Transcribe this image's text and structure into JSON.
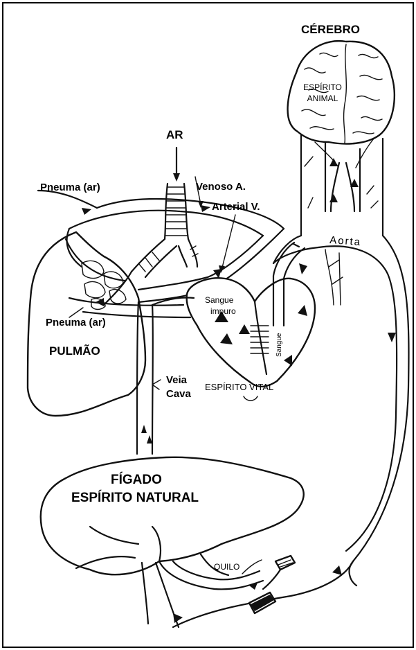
{
  "labels": {
    "brain": "CÉREBRO",
    "animal_spirit_line1": "ESPÍRITO",
    "animal_spirit_line2": "ANIMAL",
    "air": "AR",
    "pneuma_top": "Pneuma (ar)",
    "venoso": "Venoso A.",
    "arterial": "Arterial V.",
    "aorta": "Aorta",
    "impure_blood_line1": "Sangue",
    "impure_blood_line2": "impuro",
    "blood": "Sangue",
    "pneuma_bottom": "Pneuma (ar)",
    "lung": "PULMÃO",
    "vena_cava_line1": "Veia",
    "vena_cava_line2": "Cava",
    "vital_spirit": "ESPÍRITO VITAL",
    "liver": "FÍGADO",
    "natural_spirit": "ESPÍRITO NATURAL",
    "chyle": "QUILO"
  },
  "colors": {
    "ink": "#111111",
    "background": "#ffffff",
    "frame": "#000000"
  }
}
